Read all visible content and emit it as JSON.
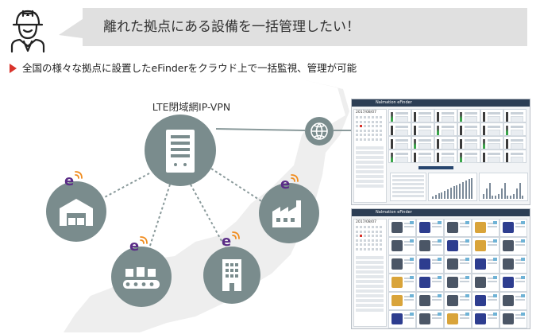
{
  "header": {
    "headline": "離れた拠点にある設備を一括管理したい！",
    "subheadline": "全国の様々な拠点に設置したeFinderをクラウド上で一括監視、管理が可能"
  },
  "network": {
    "lte_label": "LTE閉域網IP-VPN",
    "sites": [
      {
        "icon": "warehouse-icon"
      },
      {
        "icon": "conveyor-icon"
      },
      {
        "icon": "office-building-icon"
      },
      {
        "icon": "factory-icon"
      }
    ],
    "logo_letter": "e"
  },
  "screens": {
    "dashboard": {
      "app_title": "Nalmation eFinder",
      "date": "2017/08/07"
    },
    "gallery": {
      "app_title": "Nalmation eFinder",
      "date": "2017/08/07"
    }
  },
  "colors": {
    "node": "#7a8c8d",
    "banner": "#e0e0e0",
    "marker": "#d9332b",
    "logo_purple": "#5b2d87",
    "logo_orange": "#f08c1e",
    "link": "#8a9a9b"
  }
}
